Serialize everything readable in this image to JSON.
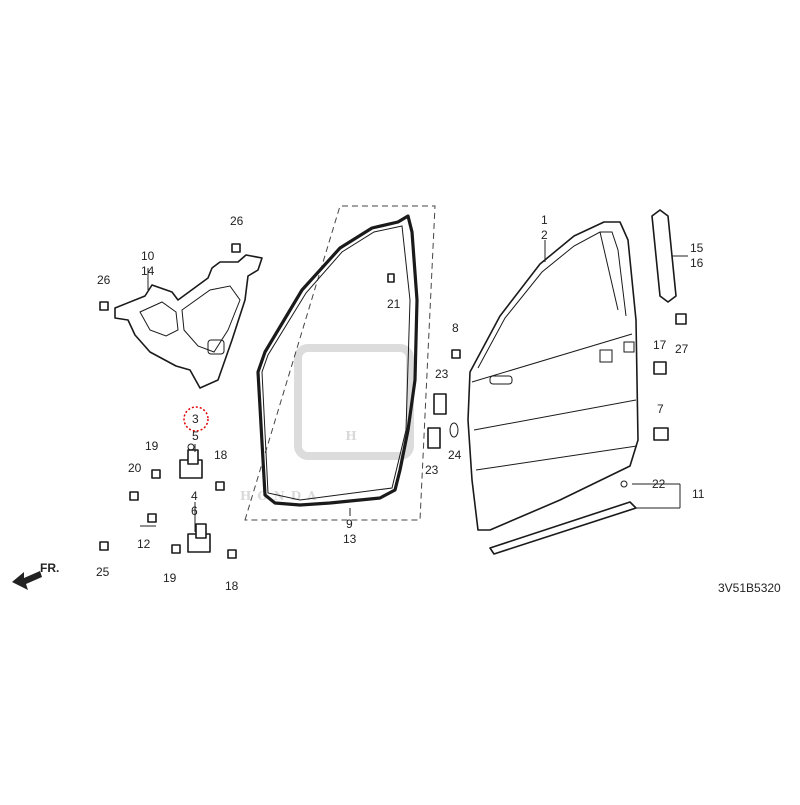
{
  "diagram": {
    "code": "3V51B5320",
    "fr_label": "FR.",
    "watermark": {
      "logo": "H",
      "brand": "HONDA"
    },
    "highlight_color": "#e00000",
    "highlighted_callout": "3",
    "callouts": {
      "c1": "1",
      "c2": "2",
      "c3": "3",
      "c4": "4",
      "c5": "5",
      "c6": "6",
      "c7": "7",
      "c8": "8",
      "c9": "9",
      "c10": "10",
      "c11": "11",
      "c12": "12",
      "c13": "13",
      "c14": "14",
      "c15": "15",
      "c16": "16",
      "c17": "17",
      "c18a": "18",
      "c18b": "18",
      "c19a": "19",
      "c19b": "19",
      "c20": "20",
      "c21": "21",
      "c22": "22",
      "c23a": "23",
      "c23b": "23",
      "c24": "24",
      "c25": "25",
      "c26a": "26",
      "c26b": "26",
      "c27": "27"
    }
  }
}
